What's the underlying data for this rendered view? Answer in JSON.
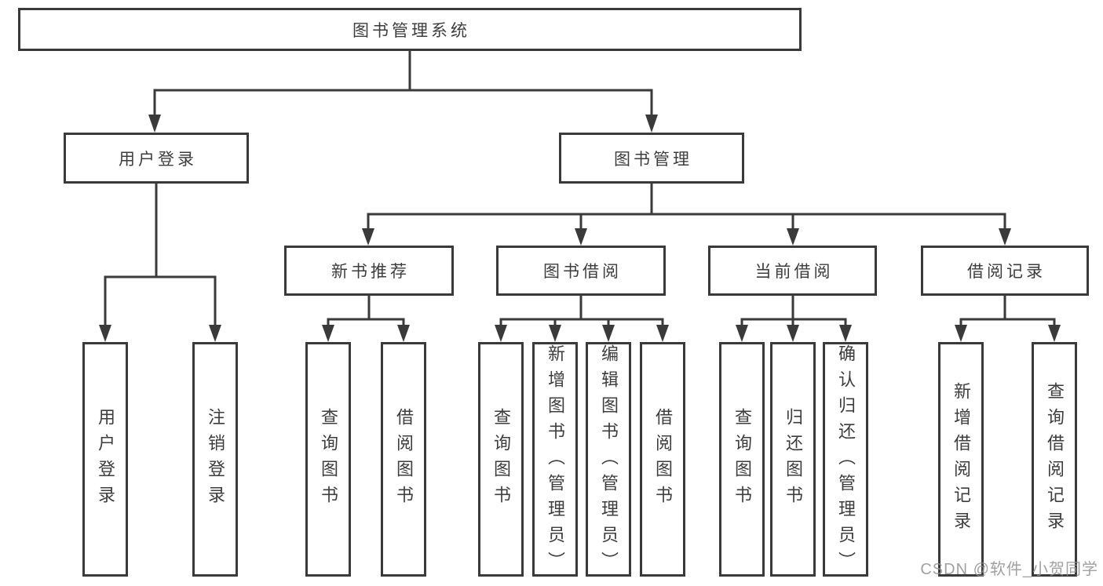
{
  "tree": {
    "root": "图书管理系统",
    "login": {
      "label": "用户登录",
      "children": [
        "用户登录",
        "注销登录"
      ]
    },
    "management": {
      "label": "图书管理",
      "sections": [
        {
          "label": "新书推荐",
          "children": [
            "查询图书",
            "借阅图书"
          ]
        },
        {
          "label": "图书借阅",
          "children": [
            "查询图书",
            "新增图书（管理员）",
            "编辑图书（管理员）",
            "借阅图书"
          ]
        },
        {
          "label": "当前借阅",
          "children": [
            "查询图书",
            "归还图书",
            "确认归还（管理员）"
          ]
        },
        {
          "label": "借阅记录",
          "children": [
            "新增借阅记录",
            "查询借阅记录"
          ]
        }
      ]
    }
  },
  "watermark": "CSDN @软件_小贺同学",
  "colors": {
    "line": "#3a3a3a",
    "text": "#3d3d3d",
    "background": "#ffffff",
    "watermark": "#919191"
  }
}
